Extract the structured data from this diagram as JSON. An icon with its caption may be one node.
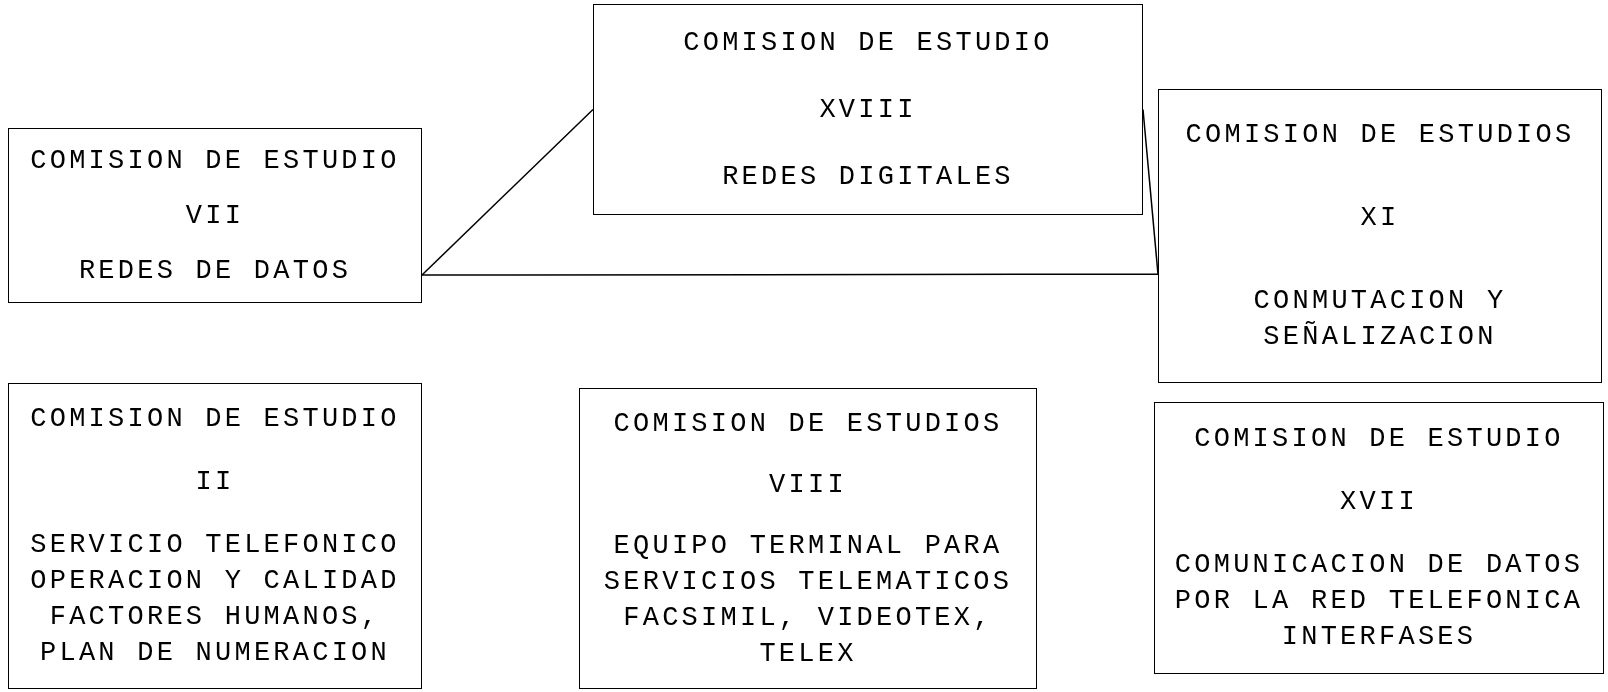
{
  "diagram": {
    "nodes": [
      {
        "text": [
          "COMISION DE ESTUDIO",
          "VII",
          "REDES DE DATOS"
        ]
      },
      {
        "text": [
          "COMISION DE ESTUDIO",
          "XVIII",
          "REDES DIGITALES"
        ]
      },
      {
        "text": [
          "COMISION DE ESTUDIOS",
          "XI",
          "CONMUTACION Y SEÑALIZACION"
        ]
      },
      {
        "text": [
          "COMISION DE ESTUDIO",
          "II",
          "SERVICIO TELEFONICO OPERACION Y CALIDAD FACTORES HUMANOS, PLAN DE NUMERACION"
        ]
      },
      {
        "text": [
          "COMISION DE ESTUDIOS",
          "VIII",
          "EQUIPO TERMINAL PARA SERVICIOS TELEMATICOS FACSIMIL, VIDEOTEX, TELEX"
        ]
      },
      {
        "text": [
          "COMISION DE ESTUDIO",
          "XVII",
          "COMUNICACION DE DATOS POR LA RED TELEFONICA INTERFASES"
        ]
      }
    ],
    "edges": [
      {
        "from": 0,
        "to": 1,
        "arrow": "none"
      },
      {
        "from": 1,
        "to": 2,
        "arrow": "none"
      },
      {
        "from": 0,
        "to": 2,
        "arrow": "none"
      }
    ]
  }
}
